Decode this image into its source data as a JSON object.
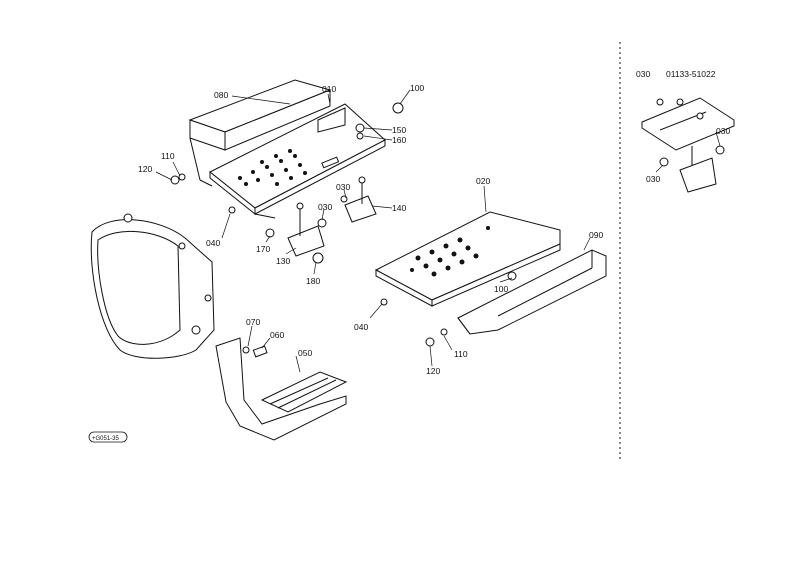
{
  "callouts": {
    "c010": "010",
    "c080": "080",
    "c100a": "100",
    "c150": "150",
    "c160": "160",
    "c110a": "110",
    "c120a": "120",
    "c030a": "030",
    "c140": "140",
    "c030b": "030",
    "c040a": "040",
    "c170": "170",
    "c130": "130",
    "c180": "180",
    "c020": "020",
    "c090": "090",
    "c100b": "100",
    "c040b": "040",
    "c110b": "110",
    "c120b": "120",
    "c070": "070",
    "c060": "060",
    "c050": "050"
  },
  "inset": {
    "title_code": "030",
    "title_part": "01133-51022",
    "c030a": "030",
    "c030b": "030"
  },
  "stamp": "+G051-35"
}
